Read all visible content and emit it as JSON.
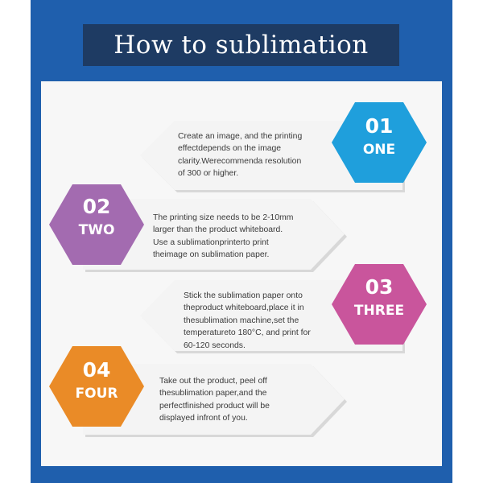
{
  "title": "How to sublimation",
  "colors": {
    "frame": "#1f5fad",
    "title_background": "#1e3b63",
    "panel": "#f7f7f7",
    "arrow_fill": "#f3f3f3",
    "step1": "#1f9fdc",
    "step2": "#a36bb0",
    "step3": "#c9559c",
    "step4": "#ea8b27"
  },
  "steps": [
    {
      "number": "01",
      "word": "ONE",
      "lines": [
        "Create an image, and the printing",
        "effectdepends on the image",
        "clarity.Werecommenda resolution",
        "of 300 or higher."
      ]
    },
    {
      "number": "02",
      "word": "TWO",
      "lines": [
        "The printing size needs to be 2-10mm",
        "larger than the product whiteboard.",
        "Use a sublimationprinterto print",
        "theimage on sublimation paper."
      ]
    },
    {
      "number": "03",
      "word": "THREE",
      "lines": [
        "Stick the sublimation paper onto",
        "theproduct whiteboard,place it in",
        "thesublimation machine,set the",
        "temperatureto 180°C, and print for",
        "60-120 seconds."
      ]
    },
    {
      "number": "04",
      "word": "FOUR",
      "lines": [
        "Take out the product, peel off",
        "thesublimation paper,and the",
        "perfectfinished product will be",
        "displayed infront of you."
      ]
    }
  ]
}
